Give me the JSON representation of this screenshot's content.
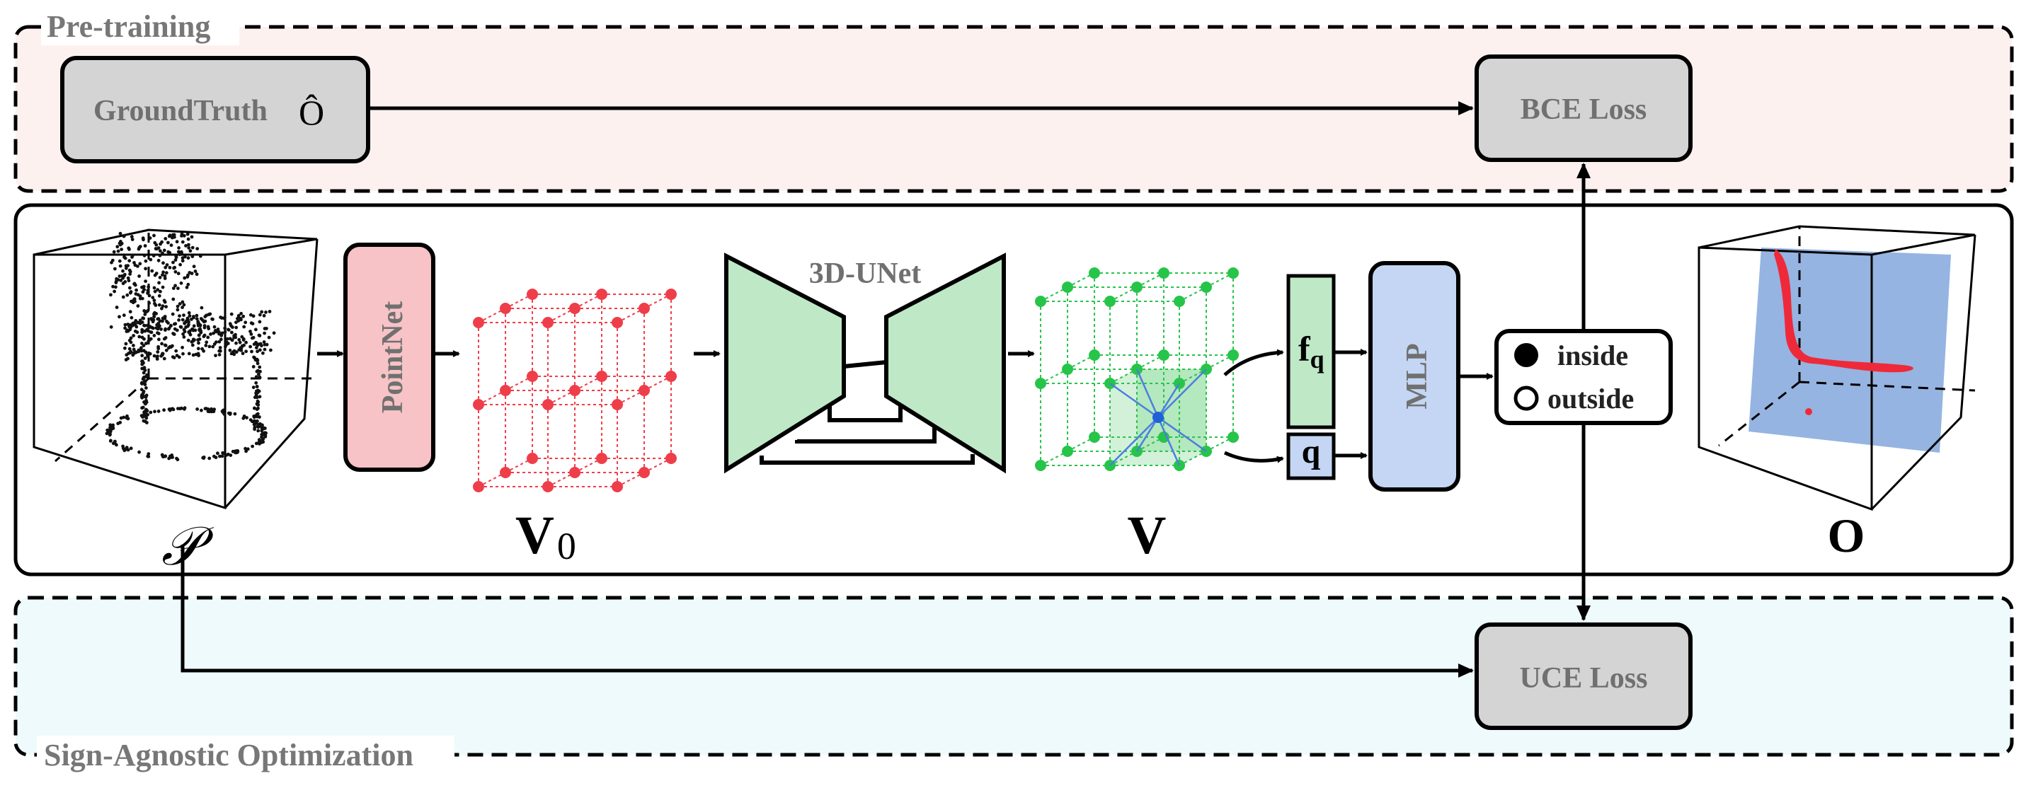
{
  "sections": {
    "pretraining_label": "Pre-training",
    "sign_agnostic_label": "Sign-Agnostic Optimization"
  },
  "boxes": {
    "groundtruth_label": "GroundTruth",
    "groundtruth_symbol": "Ô",
    "bce_loss": "BCE Loss",
    "uce_loss": "UCE Loss",
    "pointnet": "PointNet",
    "unet": "3D-UNet",
    "mlp": "MLP",
    "fq": "f",
    "fq_sub": "q",
    "q": "q"
  },
  "legend": {
    "inside": "inside",
    "outside": "outside"
  },
  "symbols": {
    "point_cloud": "𝒫",
    "v0_main": "V",
    "v0_sub": "0",
    "v": "V",
    "o": "O"
  },
  "colors": {
    "pretrain_bg": "#fdf1f0",
    "optim_bg": "#eefafc",
    "gray_box": "#d4d4d4",
    "pointnet": "#f7c3c6",
    "unet": "#bfe8c7",
    "mlp": "#c4d6f3",
    "red_grid": "#ee3e4a",
    "green_grid": "#27c44a",
    "blue_plane": "#8fb0df"
  }
}
